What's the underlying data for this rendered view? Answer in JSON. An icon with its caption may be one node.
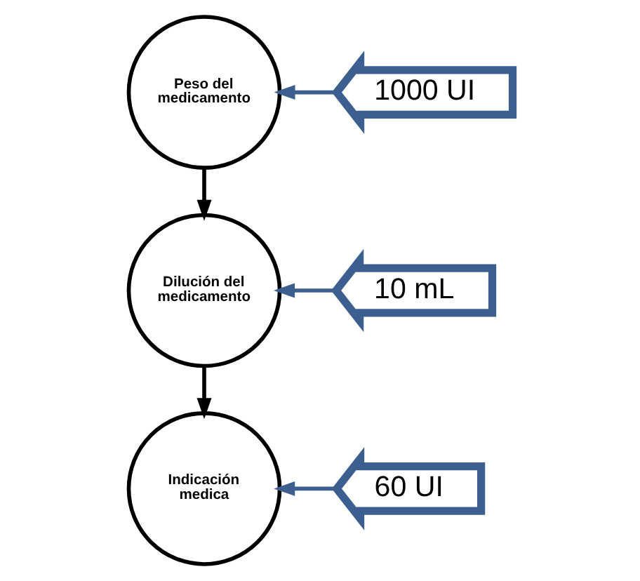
{
  "diagram": {
    "nodes": [
      {
        "text": [
          "Peso del medicamento"
        ]
      },
      {
        "text": [
          "Dilución del medicamento"
        ]
      },
      {
        "text": [
          "Indicación medica"
        ]
      },
      {
        "text": [
          "1000 UI"
        ]
      },
      {
        "text": [
          "10 mL"
        ]
      },
      {
        "text": [
          "60 UI"
        ]
      }
    ],
    "edges": [
      {
        "from": 0,
        "to": 1,
        "arrow": "to",
        "color": "#000000"
      },
      {
        "from": 1,
        "to": 2,
        "arrow": "to",
        "color": "#000000"
      },
      {
        "from": 3,
        "to": 0,
        "arrow": "to"
      },
      {
        "from": 4,
        "to": 1,
        "arrow": "to"
      },
      {
        "from": 5,
        "to": 2,
        "arrow": "to"
      }
    ]
  }
}
